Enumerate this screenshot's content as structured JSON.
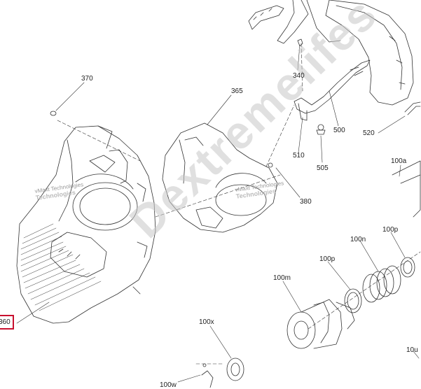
{
  "callouts": {
    "c370": "370",
    "c365": "365",
    "c340": "340",
    "c500": "500",
    "c520": "520",
    "c510": "510",
    "c505": "505",
    "c100a": "100a",
    "c380": "380",
    "c100p_upper": "100p",
    "c100n": "100n",
    "c100p_lower": "100p",
    "c100m": "100m",
    "c360": "360",
    "c100x": "100x",
    "c10u": "10u",
    "c100w": "100w"
  },
  "selected_callout": "360",
  "watermark": {
    "big": "Dextremelifes",
    "small_1": "vMaxt Technologies",
    "small_2": "vMaxt Technologies",
    "small_1b": "Technologies",
    "small_2b": "Technologies"
  },
  "colors": {
    "line": "#333333",
    "selected_border": "#c8102e",
    "watermark": "#c8c8c8"
  }
}
